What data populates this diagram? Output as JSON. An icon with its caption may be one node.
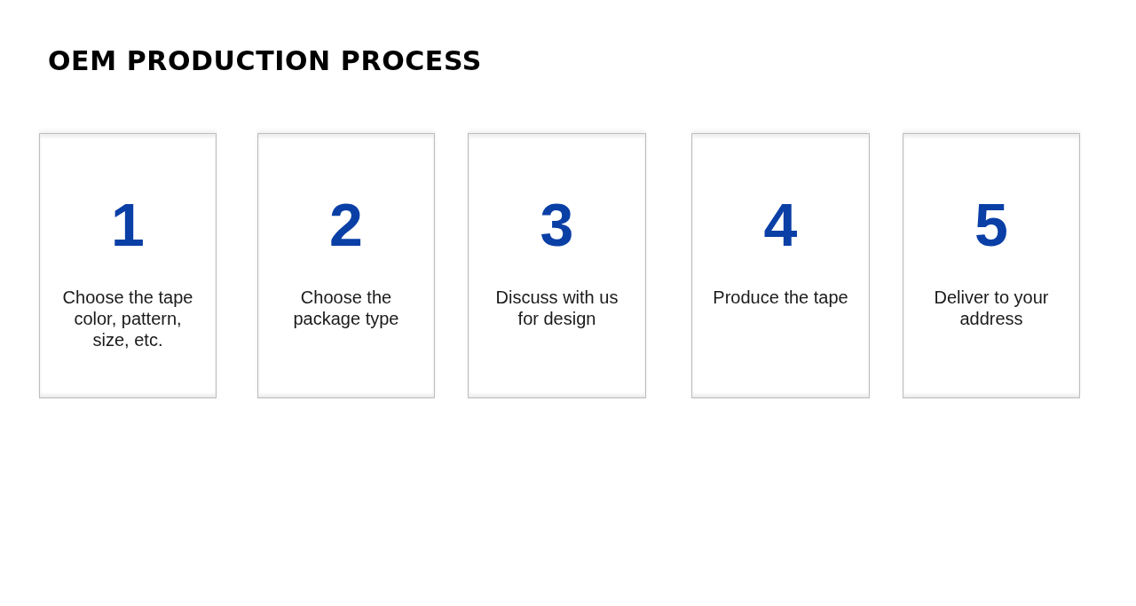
{
  "diagram": {
    "title": "OEM PRODUCTION PROCESS",
    "nodes": [
      {
        "text": [
          "1",
          "Choose the tape color, pattern, size, etc."
        ]
      },
      {
        "text": [
          "2",
          "Choose the package type"
        ]
      },
      {
        "text": [
          "3",
          "Discuss with us for design"
        ]
      },
      {
        "text": [
          "4",
          "Produce the tape"
        ]
      },
      {
        "text": [
          "5",
          "Deliver to your address"
        ]
      }
    ]
  }
}
